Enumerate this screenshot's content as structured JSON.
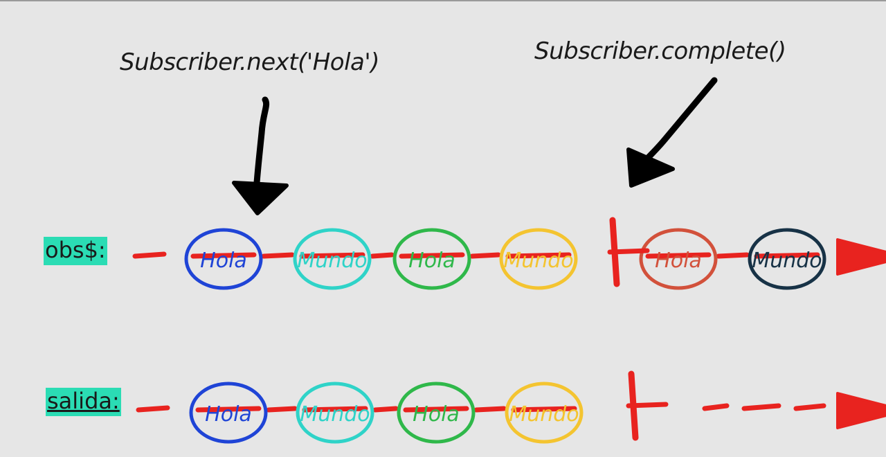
{
  "annotations": {
    "next": "Subscriber.next('Hola')",
    "complete": "Subscriber.complete()"
  },
  "streams": [
    {
      "label": "obs$:",
      "marbles": [
        {
          "text": "Hola",
          "color": "#1f44d6"
        },
        {
          "text": "Mundo",
          "color": "#2fd3c8"
        },
        {
          "text": "Hola",
          "color": "#2fb84a"
        },
        {
          "text": "Mundo",
          "color": "#f4c430"
        },
        {
          "text": "Hola",
          "color": "#d2513b"
        },
        {
          "text": "Mundo",
          "color": "#173246"
        }
      ],
      "complete_after_index": 3
    },
    {
      "label": "salida:",
      "marbles": [
        {
          "text": "Hola",
          "color": "#1f44d6"
        },
        {
          "text": "Mundo",
          "color": "#2fd3c8"
        },
        {
          "text": "Hola",
          "color": "#2fb84a"
        },
        {
          "text": "Mundo",
          "color": "#f4c430"
        }
      ],
      "complete_after_index": 3
    }
  ],
  "colors": {
    "timeline": "#e8231f",
    "arrow": "#000000",
    "label_highlight": "#2bdcb4"
  }
}
